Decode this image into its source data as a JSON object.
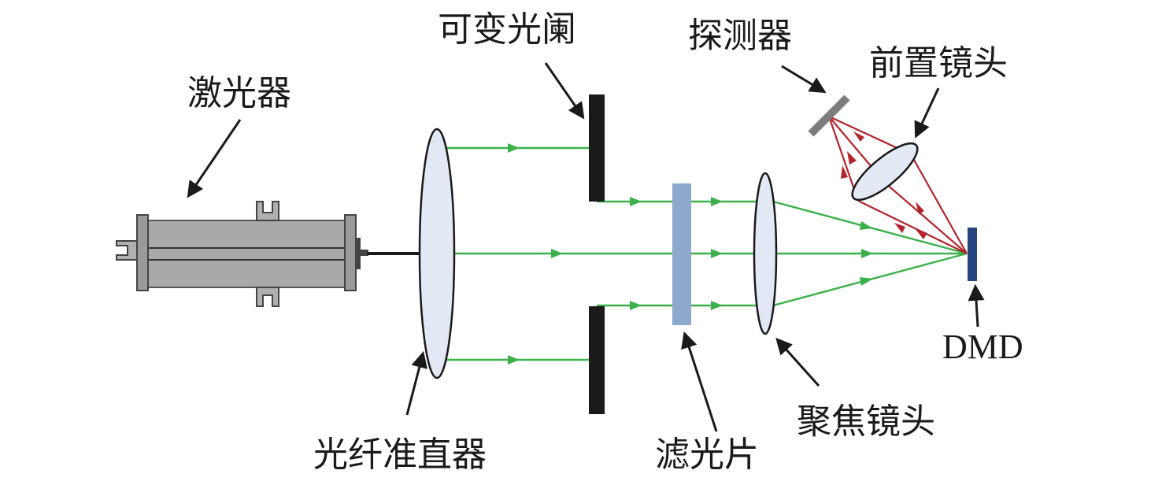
{
  "labels": {
    "laser": "激光器",
    "iris": "可变光阑",
    "detector": "探测器",
    "front_lens": "前置镜头",
    "collimator": "光纤准直器",
    "filter": "滤光片",
    "focus_lens": "聚焦镜头",
    "dmd": "DMD"
  },
  "colors": {
    "beam": "#3cb04a",
    "return_beam": "#b3242c",
    "lens_fill": "#e3e9f4",
    "filter_fill": "#8ea9cc",
    "dmd_fill": "#27457e",
    "laser_body": "#a9a9a9",
    "detector": "#7d7d7d",
    "aperture": "#1a1a1a"
  }
}
